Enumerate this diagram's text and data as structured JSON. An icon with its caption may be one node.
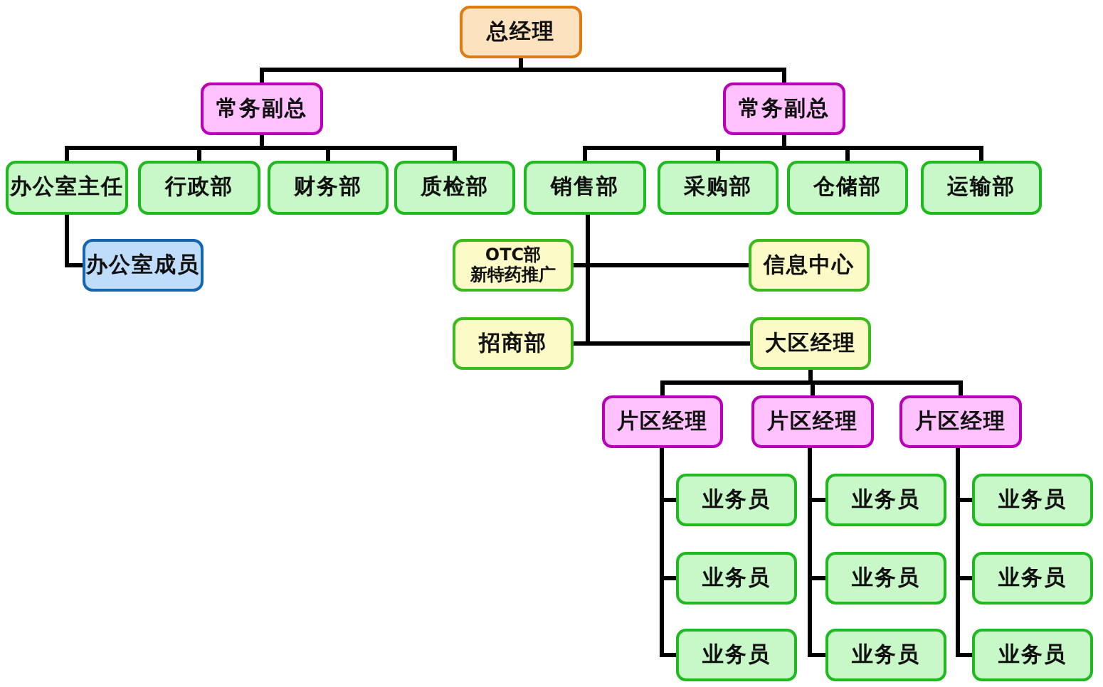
{
  "diagram": {
    "nodes": [
      {
        "text": [
          "总经理"
        ]
      },
      {
        "text": [
          "常务副总"
        ]
      },
      {
        "text": [
          "常务副总"
        ]
      },
      {
        "text": [
          "办公室主任"
        ]
      },
      {
        "text": [
          "行政部"
        ]
      },
      {
        "text": [
          "财务部"
        ]
      },
      {
        "text": [
          "质检部"
        ]
      },
      {
        "text": [
          "销售部"
        ]
      },
      {
        "text": [
          "采购部"
        ]
      },
      {
        "text": [
          "仓储部"
        ]
      },
      {
        "text": [
          "运输部"
        ]
      },
      {
        "text": [
          "办公室成员"
        ]
      },
      {
        "text": [
          "OTC部",
          "新特药推广"
        ]
      },
      {
        "text": [
          "信息中心"
        ]
      },
      {
        "text": [
          "招商部"
        ]
      },
      {
        "text": [
          "大区经理"
        ]
      },
      {
        "text": [
          "片区经理"
        ]
      },
      {
        "text": [
          "片区经理"
        ]
      },
      {
        "text": [
          "片区经理"
        ]
      },
      {
        "text": [
          "业务员"
        ]
      },
      {
        "text": [
          "业务员"
        ]
      },
      {
        "text": [
          "业务员"
        ]
      },
      {
        "text": [
          "业务员"
        ]
      },
      {
        "text": [
          "业务员"
        ]
      },
      {
        "text": [
          "业务员"
        ]
      },
      {
        "text": [
          "业务员"
        ]
      },
      {
        "text": [
          "业务员"
        ]
      },
      {
        "text": [
          "业务员"
        ]
      }
    ],
    "edges": [
      {
        "from": 0,
        "to": 1,
        "arrow": "none"
      },
      {
        "from": 0,
        "to": 2,
        "arrow": "none"
      },
      {
        "from": 1,
        "to": 3,
        "arrow": "none"
      },
      {
        "from": 1,
        "to": 4,
        "arrow": "none"
      },
      {
        "from": 1,
        "to": 5,
        "arrow": "none"
      },
      {
        "from": 1,
        "to": 6,
        "arrow": "none"
      },
      {
        "from": 2,
        "to": 7,
        "arrow": "none"
      },
      {
        "from": 2,
        "to": 8,
        "arrow": "none"
      },
      {
        "from": 2,
        "to": 9,
        "arrow": "none"
      },
      {
        "from": 2,
        "to": 10,
        "arrow": "none"
      },
      {
        "from": 3,
        "to": 11,
        "arrow": "none"
      },
      {
        "from": 7,
        "to": 12,
        "arrow": "none"
      },
      {
        "from": 7,
        "to": 13,
        "arrow": "none"
      },
      {
        "from": 7,
        "to": 14,
        "arrow": "none"
      },
      {
        "from": 7,
        "to": 15,
        "arrow": "none"
      },
      {
        "from": 15,
        "to": 16,
        "arrow": "none"
      },
      {
        "from": 15,
        "to": 17,
        "arrow": "none"
      },
      {
        "from": 15,
        "to": 18,
        "arrow": "none"
      },
      {
        "from": 16,
        "to": 19,
        "arrow": "none"
      },
      {
        "from": 16,
        "to": 20,
        "arrow": "none"
      },
      {
        "from": 16,
        "to": 21,
        "arrow": "none"
      },
      {
        "from": 17,
        "to": 22,
        "arrow": "none"
      },
      {
        "from": 17,
        "to": 23,
        "arrow": "none"
      },
      {
        "from": 17,
        "to": 24,
        "arrow": "none"
      },
      {
        "from": 18,
        "to": 25,
        "arrow": "none"
      },
      {
        "from": 18,
        "to": 26,
        "arrow": "none"
      },
      {
        "from": 18,
        "to": 27,
        "arrow": "none"
      }
    ]
  }
}
